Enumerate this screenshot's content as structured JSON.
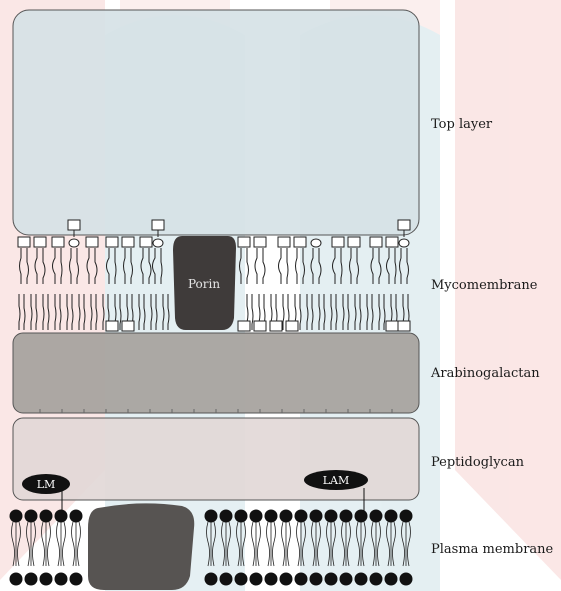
{
  "layers": {
    "top_layer": "Top layer",
    "mycomembrane": "Mycomembrane",
    "arabinogalactan": "Arabinogalactan",
    "peptidoglycan": "Peptidoglycan",
    "plasma_membrane": "Plasma membrane"
  },
  "components": {
    "porin": "Porin",
    "lm": "LM",
    "lam": "LAM"
  },
  "colors": {
    "top_layer_fill": "#d6e2e6",
    "arabinogalactan_fill": "#a8a39f",
    "peptidoglycan_fill": "#e2d8d7",
    "porin_fill": "#3f3b3a",
    "plasma_protein_fill": "#575452",
    "watermark_pink": "#f7d4d2",
    "watermark_teal": "#cfe3e9"
  }
}
